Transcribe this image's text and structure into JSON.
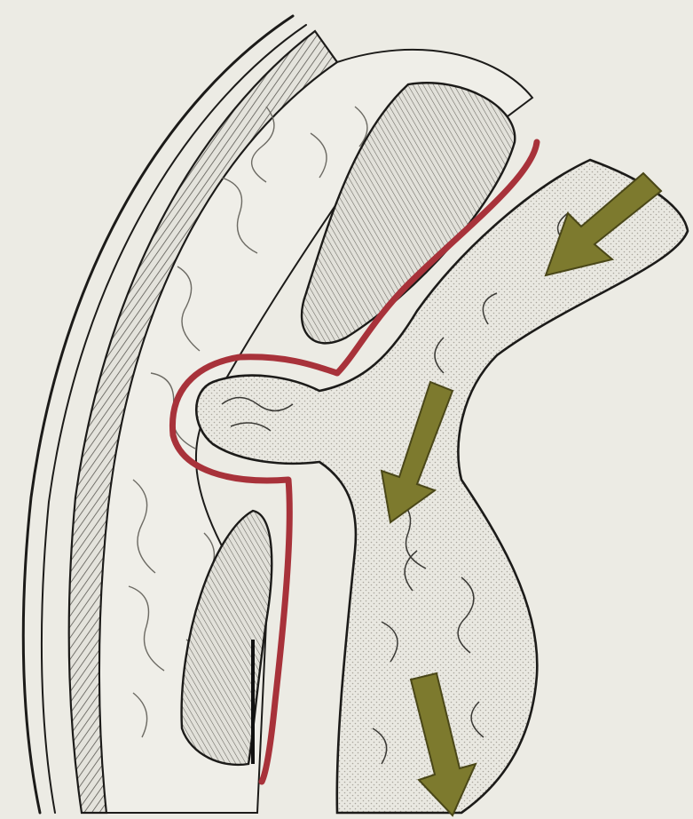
{
  "illustration": {
    "colors": {
      "background": "#ecebe4",
      "line": "#1c1b19",
      "membrane": "#a8323a",
      "arrow_fill": "#7d7a2e",
      "arrow_stroke": "#4a4718",
      "stipple": "#bdbab1",
      "hatch": "#5a5852",
      "fat": "#efeee8"
    },
    "arrows": [
      {
        "name": "flow-arrow-upper-right"
      },
      {
        "name": "flow-arrow-middle"
      },
      {
        "name": "flow-arrow-bottom"
      }
    ]
  }
}
